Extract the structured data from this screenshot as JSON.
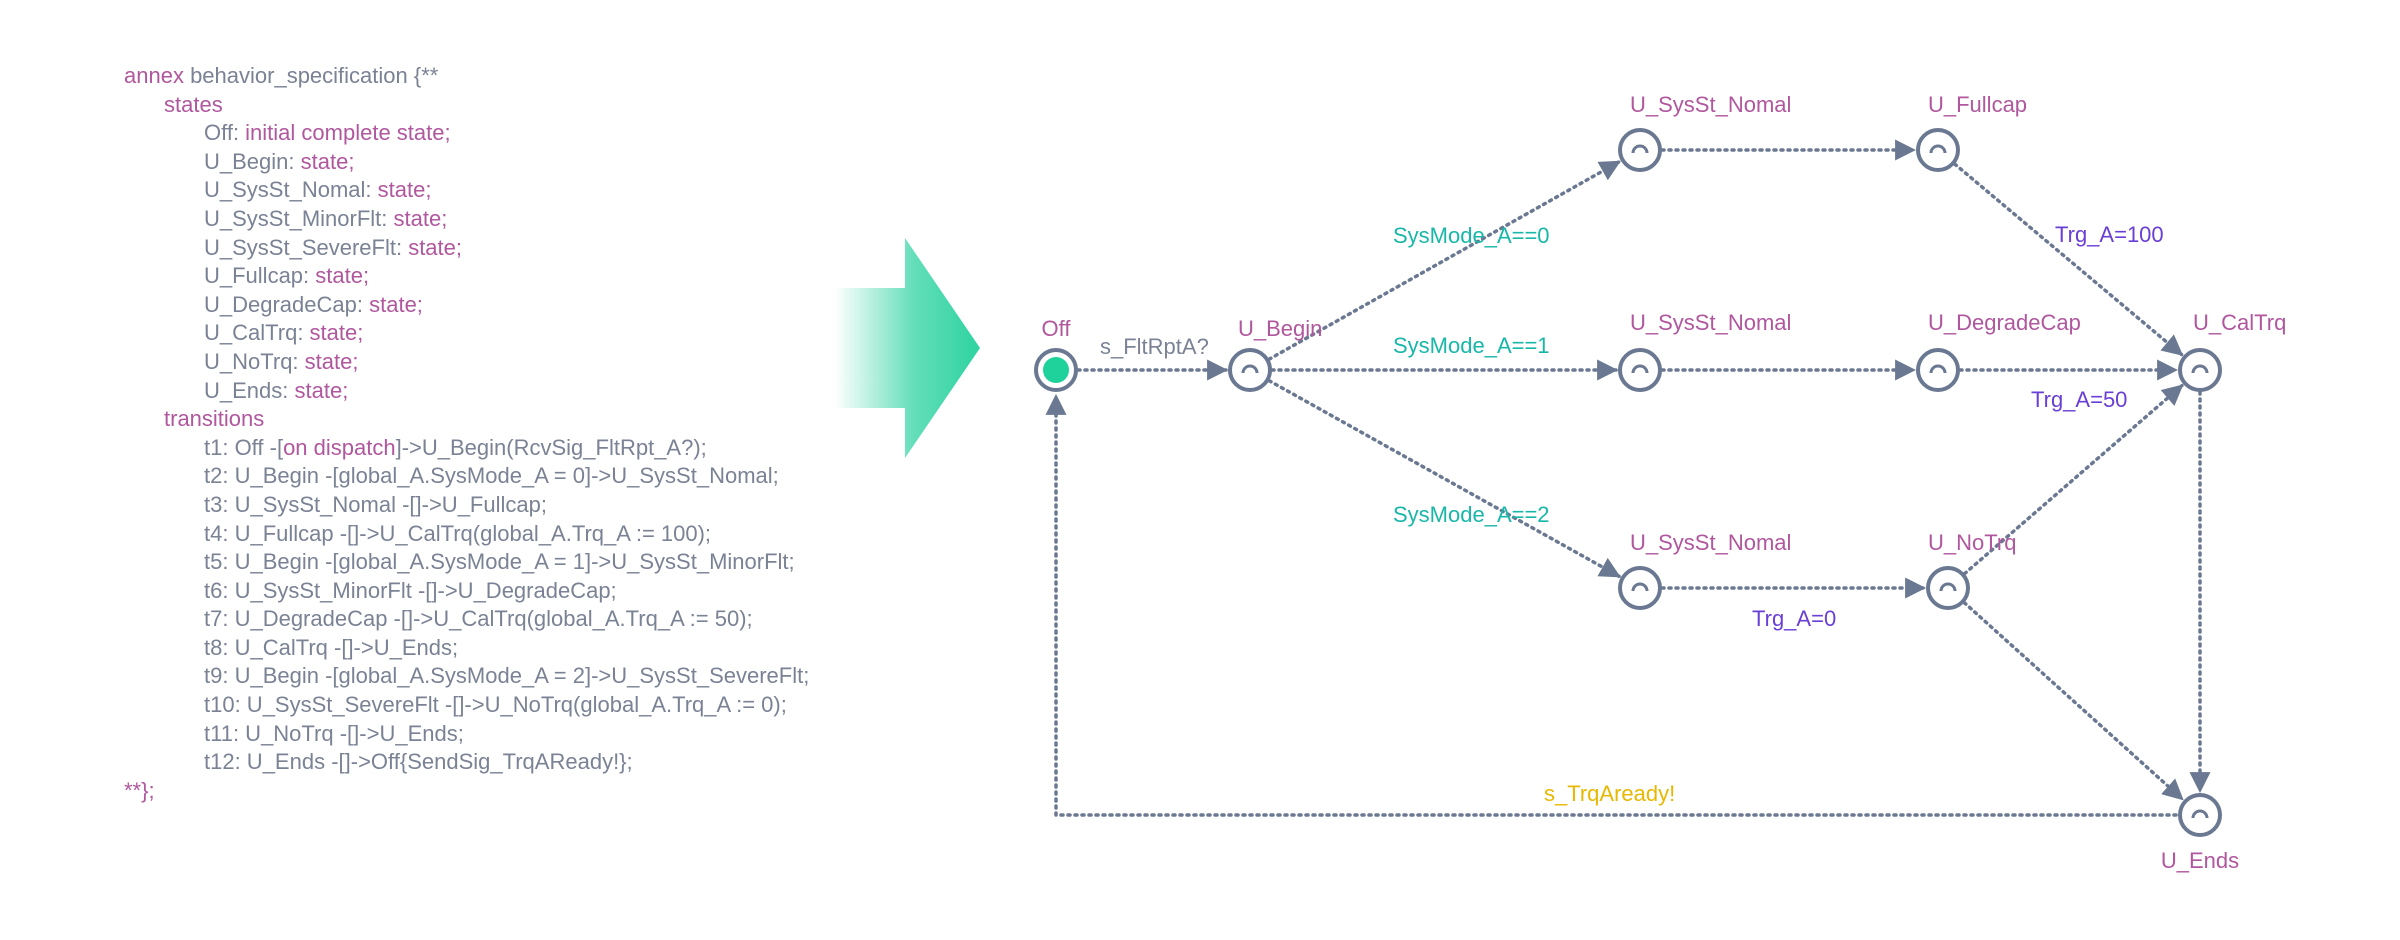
{
  "code": {
    "lines": [
      {
        "indent": 0,
        "parts": [
          {
            "t": "annex ",
            "k": "kw"
          },
          {
            "t": "behavior_specification {**",
            "k": "plain"
          }
        ]
      },
      {
        "indent": 1,
        "parts": [
          {
            "t": "states",
            "k": "kw"
          }
        ]
      },
      {
        "indent": 2,
        "parts": [
          {
            "t": "Off: ",
            "k": "plain"
          },
          {
            "t": "initial complete state;",
            "k": "kw"
          }
        ]
      },
      {
        "indent": 2,
        "parts": [
          {
            "t": "U_Begin: ",
            "k": "plain"
          },
          {
            "t": "state;",
            "k": "kw"
          }
        ]
      },
      {
        "indent": 2,
        "parts": [
          {
            "t": "U_SysSt_Nomal: ",
            "k": "plain"
          },
          {
            "t": "state;",
            "k": "kw"
          }
        ]
      },
      {
        "indent": 2,
        "parts": [
          {
            "t": "U_SysSt_MinorFlt: ",
            "k": "plain"
          },
          {
            "t": "state;",
            "k": "kw"
          }
        ]
      },
      {
        "indent": 2,
        "parts": [
          {
            "t": "U_SysSt_SevereFlt: ",
            "k": "plain"
          },
          {
            "t": "state;",
            "k": "kw"
          }
        ]
      },
      {
        "indent": 2,
        "parts": [
          {
            "t": "U_Fullcap: ",
            "k": "plain"
          },
          {
            "t": "state;",
            "k": "kw"
          }
        ]
      },
      {
        "indent": 2,
        "parts": [
          {
            "t": "U_DegradeCap: ",
            "k": "plain"
          },
          {
            "t": "state;",
            "k": "kw"
          }
        ]
      },
      {
        "indent": 2,
        "parts": [
          {
            "t": "U_CalTrq: ",
            "k": "plain"
          },
          {
            "t": "state;",
            "k": "kw"
          }
        ]
      },
      {
        "indent": 2,
        "parts": [
          {
            "t": "U_NoTrq: ",
            "k": "plain"
          },
          {
            "t": "state;",
            "k": "kw"
          }
        ]
      },
      {
        "indent": 2,
        "parts": [
          {
            "t": "U_Ends: ",
            "k": "plain"
          },
          {
            "t": "state;",
            "k": "kw"
          }
        ]
      },
      {
        "indent": 1,
        "parts": [
          {
            "t": "transitions",
            "k": "kw"
          }
        ]
      },
      {
        "indent": 2,
        "parts": [
          {
            "t": "t1: Off -[",
            "k": "plain"
          },
          {
            "t": "on dispatch",
            "k": "kw"
          },
          {
            "t": "]->U_Begin(RcvSig_FltRpt_A?);",
            "k": "plain"
          }
        ]
      },
      {
        "indent": 2,
        "parts": [
          {
            "t": "t2: U_Begin -[global_A.SysMode_A = 0]->U_SysSt_Nomal;",
            "k": "plain"
          }
        ]
      },
      {
        "indent": 2,
        "parts": [
          {
            "t": "t3: U_SysSt_Nomal -[]->U_Fullcap;",
            "k": "plain"
          }
        ]
      },
      {
        "indent": 2,
        "parts": [
          {
            "t": "t4: U_Fullcap -[]->U_CalTrq(global_A.Trq_A := 100);",
            "k": "plain"
          }
        ]
      },
      {
        "indent": 2,
        "parts": [
          {
            "t": "t5: U_Begin -[global_A.SysMode_A = 1]->U_SysSt_MinorFlt;",
            "k": "plain"
          }
        ]
      },
      {
        "indent": 2,
        "parts": [
          {
            "t": "t6: U_SysSt_MinorFlt -[]->U_DegradeCap;",
            "k": "plain"
          }
        ]
      },
      {
        "indent": 2,
        "parts": [
          {
            "t": "t7: U_DegradeCap -[]->U_CalTrq(global_A.Trq_A := 50);",
            "k": "plain"
          }
        ]
      },
      {
        "indent": 2,
        "parts": [
          {
            "t": "t8: U_CalTrq -[]->U_Ends;",
            "k": "plain"
          }
        ]
      },
      {
        "indent": 2,
        "parts": [
          {
            "t": "t9: U_Begin -[global_A.SysMode_A = 2]->U_SysSt_SevereFlt;",
            "k": "plain"
          }
        ]
      },
      {
        "indent": 2,
        "parts": [
          {
            "t": "t10: U_SysSt_SevereFlt -[]->U_NoTrq(global_A.Trq_A := 0);",
            "k": "plain"
          }
        ]
      },
      {
        "indent": 2,
        "parts": [
          {
            "t": "t11: U_NoTrq -[]->U_Ends;",
            "k": "plain"
          }
        ]
      },
      {
        "indent": 2,
        "parts": [
          {
            "t": "t12: U_Ends -[]->Off{SendSig_TrqAReady!};",
            "k": "plain"
          }
        ]
      },
      {
        "indent": 0,
        "parts": [
          {
            "t": "**};",
            "k": "kw"
          }
        ]
      }
    ]
  },
  "diagram": {
    "states": [
      {
        "id": "off",
        "label": "Off",
        "initial": true
      },
      {
        "id": "begin",
        "label": "U_Begin"
      },
      {
        "id": "nomal_top",
        "label": "U_SysSt_Nomal"
      },
      {
        "id": "fullcap",
        "label": "U_Fullcap"
      },
      {
        "id": "nomal_mid",
        "label": "U_SysSt_Nomal"
      },
      {
        "id": "degrade",
        "label": "U_DegradeCap"
      },
      {
        "id": "caltrq",
        "label": "U_CalTrq"
      },
      {
        "id": "nomal_low",
        "label": "U_SysSt_Nomal"
      },
      {
        "id": "notrq",
        "label": "U_NoTrq"
      },
      {
        "id": "ends",
        "label": "U_Ends"
      }
    ],
    "edge_labels": {
      "sync_in": "s_FltRptA?",
      "guard0": "SysMode_A==0",
      "guard1": "SysMode_A==1",
      "guard2": "SysMode_A==2",
      "trq100": "Trg_A=100",
      "trq50": "Trg_A=50",
      "trq0": "Trg_A=0",
      "sync_out": "s_TrqAready!"
    },
    "colors": {
      "state_label": "#b0579e",
      "guard": "#19b7a8",
      "assignment": "#6a3fd6",
      "sync_out": "#e8b800",
      "edge": "#6b7891",
      "initial_fill": "#1fd19b",
      "arrow": "#2ed3a0"
    }
  }
}
